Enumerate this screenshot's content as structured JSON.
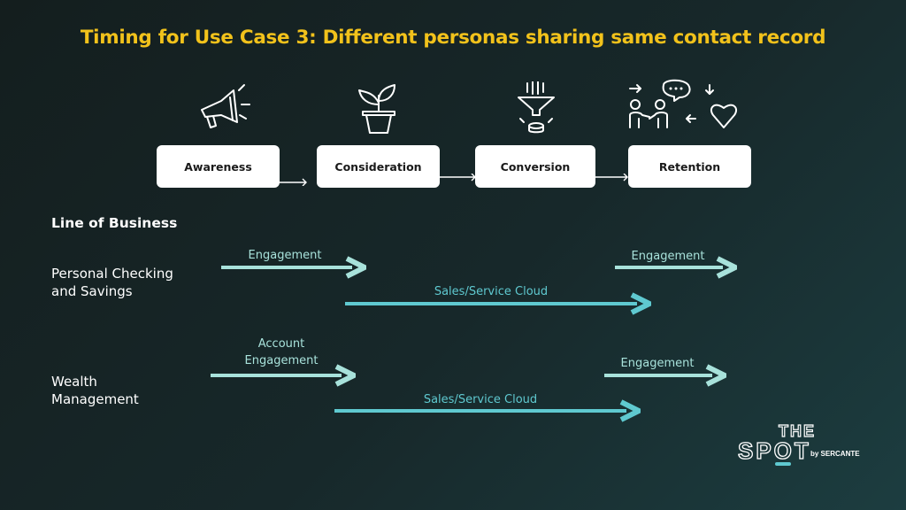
{
  "title": "Timing for Use Case 3: Different personas sharing same contact record",
  "stages": [
    {
      "label": "Awareness",
      "icon": "megaphone-icon"
    },
    {
      "label": "Consideration",
      "icon": "plant-icon"
    },
    {
      "label": "Conversion",
      "icon": "funnel-icon"
    },
    {
      "label": "Retention",
      "icon": "people-heart-icon"
    }
  ],
  "line_of_business": {
    "heading": "Line of Business",
    "rows": [
      {
        "label_line1": "Personal Checking",
        "label_line2": "and Savings",
        "engagement_label": "Engagement",
        "cloud_label": "Sales/Service Cloud",
        "retention_label": "Engagement"
      },
      {
        "label_line1": "Wealth",
        "label_line2": "Management",
        "engagement_label_line1": "Account",
        "engagement_label_line2": "Engagement",
        "cloud_label": "Sales/Service Cloud",
        "retention_label": "Engagement"
      }
    ]
  },
  "colors": {
    "title": "#f2c21b",
    "engagement_arrow": "#a8e2db",
    "cloud_arrow": "#5fc9d0",
    "box": "#ffffff"
  },
  "logo": {
    "line1": "THE",
    "line2": "SPOT",
    "byline": "by SERCANTE"
  }
}
